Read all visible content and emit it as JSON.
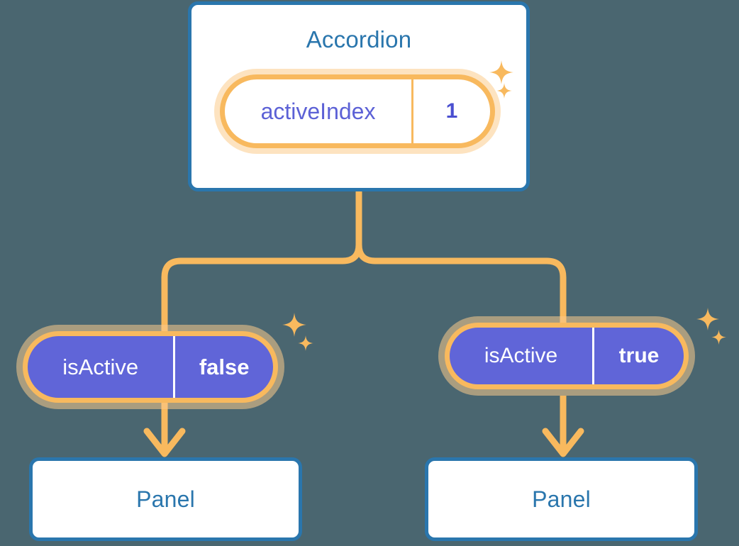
{
  "diagram": {
    "title_color": "#2a76ad",
    "accent_color": "#f8b95e",
    "state_color": "#6065d8",
    "background_color": "#4a6670"
  },
  "root": {
    "label": "Accordion",
    "state": {
      "key": "activeIndex",
      "value": "1"
    }
  },
  "branches": [
    {
      "state": {
        "key": "isActive",
        "value": "false"
      },
      "child": {
        "label": "Panel"
      }
    },
    {
      "state": {
        "key": "isActive",
        "value": "true"
      },
      "child": {
        "label": "Panel"
      }
    }
  ],
  "icons": {
    "sparkle": "sparkle-icon",
    "arrow": "arrow-down-icon"
  }
}
